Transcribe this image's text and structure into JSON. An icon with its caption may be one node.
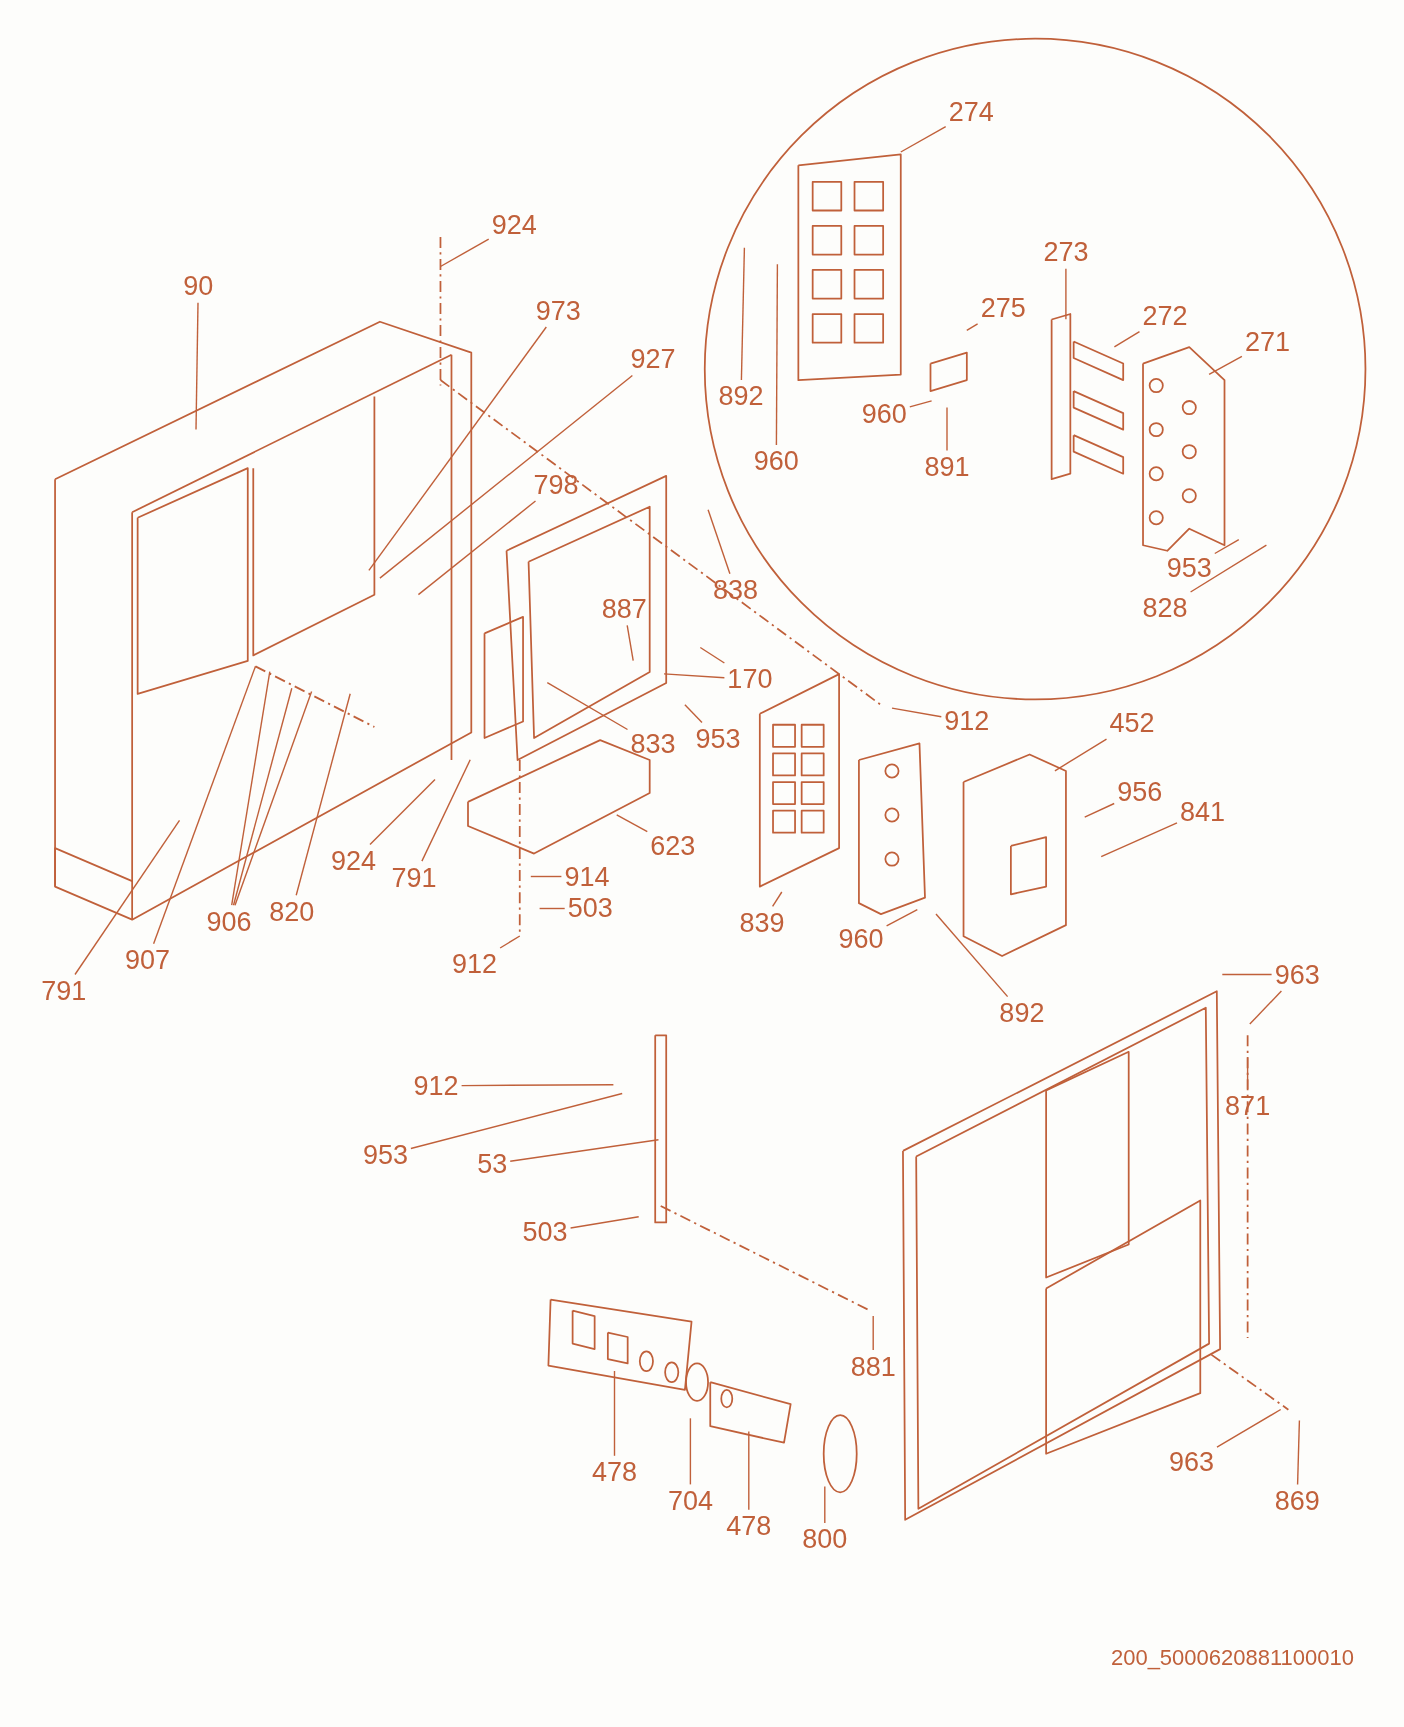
{
  "diagram": {
    "nodes": [
      {
        "text": [
          "924"
        ]
      },
      {
        "text": [
          "90"
        ]
      },
      {
        "text": [
          "973"
        ]
      },
      {
        "text": [
          "927"
        ]
      },
      {
        "text": [
          "798"
        ]
      },
      {
        "text": [
          "274"
        ]
      },
      {
        "text": [
          "273"
        ]
      },
      {
        "text": [
          "275"
        ]
      },
      {
        "text": [
          "272"
        ]
      },
      {
        "text": [
          "271"
        ]
      },
      {
        "text": [
          "892"
        ]
      },
      {
        "text": [
          "960"
        ]
      },
      {
        "text": [
          "960"
        ]
      },
      {
        "text": [
          "891"
        ]
      },
      {
        "text": [
          "953"
        ]
      },
      {
        "text": [
          "828"
        ]
      },
      {
        "text": [
          "838"
        ]
      },
      {
        "text": [
          "887"
        ]
      },
      {
        "text": [
          "170"
        ]
      },
      {
        "text": [
          "953"
        ]
      },
      {
        "text": [
          "912"
        ]
      },
      {
        "text": [
          "833"
        ]
      },
      {
        "text": [
          "452"
        ]
      },
      {
        "text": [
          "956"
        ]
      },
      {
        "text": [
          "841"
        ]
      },
      {
        "text": [
          "623"
        ]
      },
      {
        "text": [
          "924"
        ]
      },
      {
        "text": [
          "791"
        ]
      },
      {
        "text": [
          "914"
        ]
      },
      {
        "text": [
          "503"
        ]
      },
      {
        "text": [
          "912"
        ]
      },
      {
        "text": [
          "839"
        ]
      },
      {
        "text": [
          "960"
        ]
      },
      {
        "text": [
          "892"
        ]
      },
      {
        "text": [
          "820"
        ]
      },
      {
        "text": [
          "906"
        ]
      },
      {
        "text": [
          "907"
        ]
      },
      {
        "text": [
          "791"
        ]
      },
      {
        "text": [
          "963"
        ]
      },
      {
        "text": [
          "871"
        ]
      },
      {
        "text": [
          "912"
        ]
      },
      {
        "text": [
          "953"
        ]
      },
      {
        "text": [
          "53"
        ]
      },
      {
        "text": [
          "503"
        ]
      },
      {
        "text": [
          "881"
        ]
      },
      {
        "text": [
          "478"
        ]
      },
      {
        "text": [
          "704"
        ]
      },
      {
        "text": [
          "478"
        ]
      },
      {
        "text": [
          "800"
        ]
      },
      {
        "text": [
          "963"
        ]
      },
      {
        "text": [
          "869"
        ]
      }
    ],
    "edges": [
      {
        "from": 0,
        "to": null,
        "arrow": "none"
      },
      {
        "from": 1,
        "to": null,
        "arrow": "none"
      },
      {
        "from": 2,
        "to": null,
        "arrow": "none"
      },
      {
        "from": 3,
        "to": null,
        "arrow": "none"
      },
      {
        "from": 4,
        "to": null,
        "arrow": "none"
      },
      {
        "from": 5,
        "to": null,
        "arrow": "none"
      },
      {
        "from": 6,
        "to": null,
        "arrow": "none"
      },
      {
        "from": 7,
        "to": null,
        "arrow": "none"
      },
      {
        "from": 8,
        "to": null,
        "arrow": "none"
      },
      {
        "from": 9,
        "to": null,
        "arrow": "none"
      },
      {
        "from": 10,
        "to": null,
        "arrow": "none"
      },
      {
        "from": 11,
        "to": null,
        "arrow": "none"
      },
      {
        "from": 12,
        "to": null,
        "arrow": "none"
      },
      {
        "from": 13,
        "to": null,
        "arrow": "none"
      },
      {
        "from": 14,
        "to": null,
        "arrow": "none"
      },
      {
        "from": 15,
        "to": null,
        "arrow": "none"
      },
      {
        "from": 16,
        "to": null,
        "arrow": "none"
      },
      {
        "from": 17,
        "to": null,
        "arrow": "none"
      },
      {
        "from": 18,
        "to": null,
        "arrow": "none"
      },
      {
        "from": 18,
        "to": null,
        "arrow": "none"
      },
      {
        "from": 19,
        "to": null,
        "arrow": "none"
      },
      {
        "from": 20,
        "to": null,
        "arrow": "none"
      },
      {
        "from": 21,
        "to": null,
        "arrow": "none"
      },
      {
        "from": 22,
        "to": null,
        "arrow": "none"
      },
      {
        "from": 23,
        "to": null,
        "arrow": "none"
      },
      {
        "from": 24,
        "to": null,
        "arrow": "none"
      },
      {
        "from": 25,
        "to": null,
        "arrow": "none"
      },
      {
        "from": 26,
        "to": null,
        "arrow": "none"
      },
      {
        "from": 27,
        "to": null,
        "arrow": "none"
      },
      {
        "from": 28,
        "to": null,
        "arrow": "none"
      },
      {
        "from": 29,
        "to": null,
        "arrow": "none"
      },
      {
        "from": 30,
        "to": null,
        "arrow": "none"
      },
      {
        "from": 31,
        "to": null,
        "arrow": "none"
      },
      {
        "from": 32,
        "to": null,
        "arrow": "none"
      },
      {
        "from": 33,
        "to": null,
        "arrow": "none"
      },
      {
        "from": 34,
        "to": null,
        "arrow": "none"
      },
      {
        "from": 35,
        "to": null,
        "arrow": "none"
      },
      {
        "from": 35,
        "to": null,
        "arrow": "none"
      },
      {
        "from": 35,
        "to": null,
        "arrow": "none"
      },
      {
        "from": 36,
        "to": null,
        "arrow": "none"
      },
      {
        "from": 37,
        "to": null,
        "arrow": "none"
      },
      {
        "from": 38,
        "to": null,
        "arrow": "none"
      },
      {
        "from": 38,
        "to": null,
        "arrow": "none"
      },
      {
        "from": 39,
        "to": null,
        "arrow": "none"
      },
      {
        "from": 40,
        "to": null,
        "arrow": "none"
      },
      {
        "from": 41,
        "to": null,
        "arrow": "none"
      },
      {
        "from": 42,
        "to": null,
        "arrow": "none"
      },
      {
        "from": 43,
        "to": null,
        "arrow": "none"
      },
      {
        "from": 44,
        "to": null,
        "arrow": "none"
      },
      {
        "from": 45,
        "to": null,
        "arrow": "none"
      },
      {
        "from": 46,
        "to": null,
        "arrow": "none"
      },
      {
        "from": 47,
        "to": null,
        "arrow": "none"
      },
      {
        "from": 48,
        "to": null,
        "arrow": "none"
      },
      {
        "from": 49,
        "to": null,
        "arrow": "none"
      },
      {
        "from": 50,
        "to": null,
        "arrow": "none"
      }
    ],
    "labels": [
      "200_5000620881100010"
    ]
  }
}
